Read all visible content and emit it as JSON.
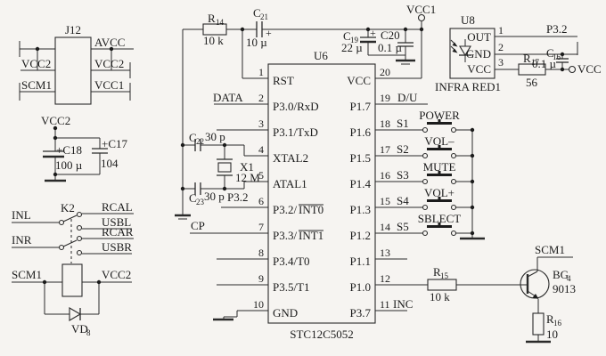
{
  "j12": {
    "ref": "J12",
    "avcc": "AVCC",
    "vcc2_left": "VCC2",
    "vcc2_right": "VCC2",
    "scm1": "SCM1",
    "vcc1": "VCC1"
  },
  "filter": {
    "vcc2": "VCC2",
    "c18_label": "+C18",
    "c18_value": "100 µ",
    "c17_label": "+C17",
    "c17_value": "104"
  },
  "switch": {
    "k2": "K2",
    "inl": "INL",
    "inr": "INR",
    "rcal": "RCAL",
    "usbl": "USBL",
    "rcar": "RCAR",
    "usbr": "USBR",
    "scm1": "SCM1",
    "vcc2": "VCC2",
    "vd_base": "VD",
    "vd_sub": "8"
  },
  "reset": {
    "r14_base": "R",
    "r14_sub": "14",
    "r14_value": "10 k",
    "c21_base": "C",
    "c21_sub": "21",
    "c21_plus": "+",
    "c21_value": "10 µ"
  },
  "supply": {
    "vcc1": "VCC1",
    "c19_base": "C",
    "c19_sub": "19",
    "c19_plus": "+",
    "c19_value": "22 µ",
    "c20_label": "C20",
    "c20_value": "0.1 µ"
  },
  "xtal": {
    "c22_base": "C",
    "c22_sub": "22",
    "c22_value": "30 p",
    "c23_base": "C",
    "c23_sub": "23",
    "c23_value": "30 p",
    "x1": "X1",
    "x1_value": "12 M"
  },
  "u6": {
    "ref": "U6",
    "part": "STC12C5052",
    "pins_left": [
      {
        "num": "1",
        "name": "RST"
      },
      {
        "num": "2",
        "name": "P3.0/RxD",
        "ext": "DATA"
      },
      {
        "num": "3",
        "name": "P3.1/TxD"
      },
      {
        "num": "4",
        "name": "XTAL2"
      },
      {
        "num": "5",
        "name": "ATAL1"
      },
      {
        "num": "6",
        "name": "P3.2/",
        "overline": "INT0",
        "ext": "P3.2"
      },
      {
        "num": "7",
        "name": "P3.3/",
        "overline": "INT1",
        "ext": "CP"
      },
      {
        "num": "8",
        "name": "P3.4/T0"
      },
      {
        "num": "9",
        "name": "P3.5/T1"
      },
      {
        "num": "10",
        "name": "GND"
      }
    ],
    "pins_right": [
      {
        "num": "20",
        "name": "VCC"
      },
      {
        "num": "19",
        "name": "P1.7",
        "ext": "D/U"
      },
      {
        "num": "18",
        "name": "P1.6",
        "ext": "S1"
      },
      {
        "num": "17",
        "name": "P1.5",
        "ext": "S2"
      },
      {
        "num": "16",
        "name": "P1.4",
        "ext": "S3"
      },
      {
        "num": "15",
        "name": "P1.3",
        "ext": "S4"
      },
      {
        "num": "14",
        "name": "P1.2",
        "ext": "S5"
      },
      {
        "num": "13",
        "name": "P1.1"
      },
      {
        "num": "12",
        "name": "P1.0"
      },
      {
        "num": "11",
        "name": "P3.7",
        "ext": "INC"
      }
    ]
  },
  "buttons": [
    {
      "label": "POWER"
    },
    {
      "label": "VOL–"
    },
    {
      "label": "MUTE"
    },
    {
      "label": "VOL+"
    },
    {
      "label": "SBLECT"
    }
  ],
  "driver": {
    "r15_base": "R",
    "r15_sub": "15",
    "r15_value": "10 k",
    "scm1": "SCM1",
    "bg_base": "BG",
    "bg_sub": "4",
    "bg_value": "9013",
    "r16_base": "R",
    "r16_sub": "16",
    "r16_value": "10"
  },
  "ir": {
    "ref": "U8",
    "name": "INFRA RED1",
    "pin_out": "OUT",
    "pin_gnd": "GND",
    "pin_vcc": "VCC",
    "num1": "1",
    "num2": "2",
    "num3": "3",
    "p32": "P3.2",
    "r17_base": "R",
    "r17_sub": "17",
    "r17_value": "56",
    "c16_base": "C",
    "c16_sub": "16",
    "c16_value": "0.1 µ",
    "vcc": "VCC"
  }
}
